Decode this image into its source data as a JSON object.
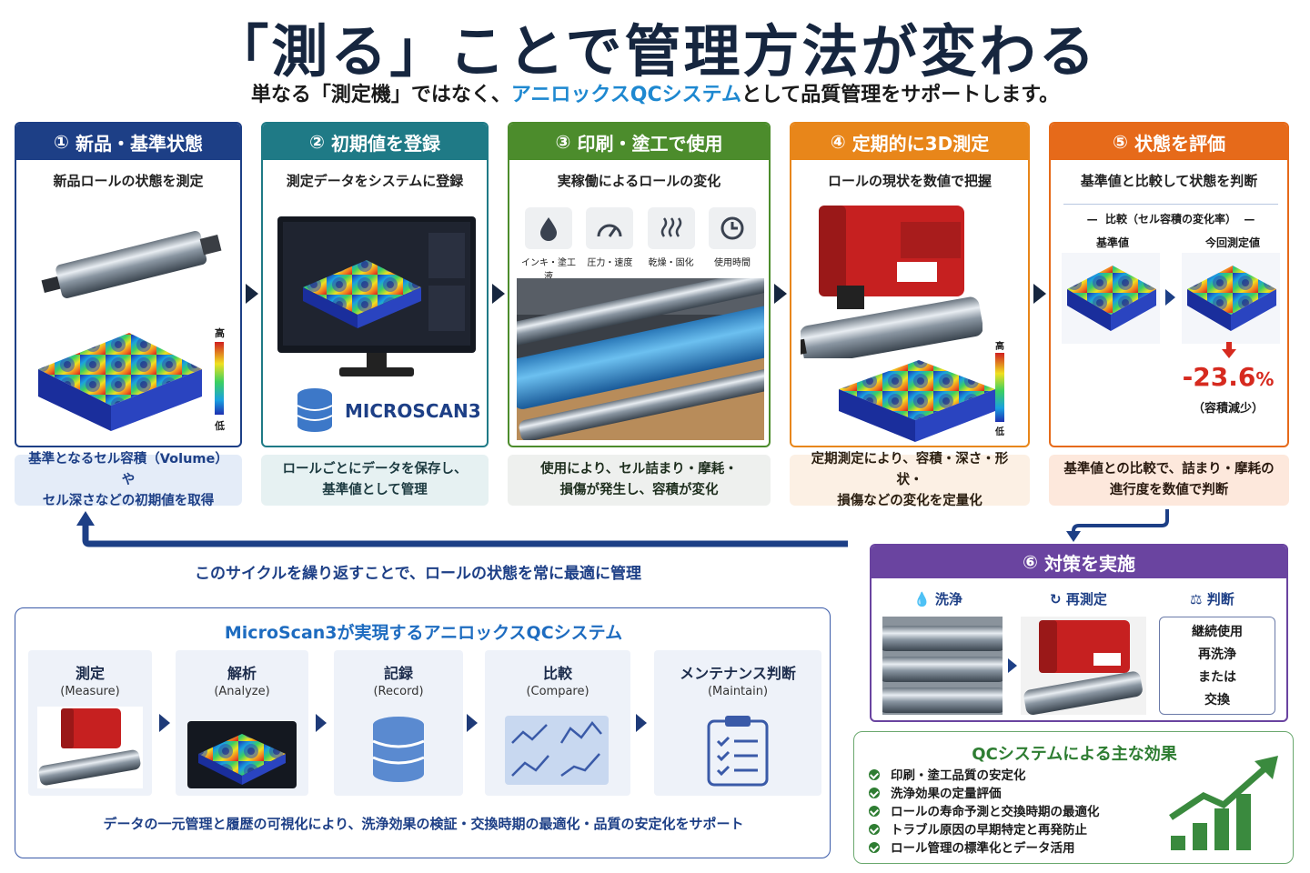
{
  "title": "「測る」ことで管理方法が変わる",
  "subtitle": {
    "pre": "単なる「測定機」ではなく、",
    "highlight": "アニロックスQCシステム",
    "post": "として品質管理をサポートします。"
  },
  "steps": [
    {
      "num": "①",
      "label": "新品・基準状態",
      "caption": "新品ロールの状態を測定",
      "note_line1": "基準となるセル容積（Volume）や",
      "note_line2": "セル深さなどの初期値を取得",
      "color": "#1d3f86",
      "scale_high": "高",
      "scale_low": "低"
    },
    {
      "num": "②",
      "label": "初期値を登録",
      "caption": "測定データをシステムに登録",
      "note_line1": "ロールごとにデータを保存し、",
      "note_line2": "基準値として管理",
      "color": "#1f7a86",
      "software": "MICROSCAN3"
    },
    {
      "num": "③",
      "label": "印刷・塗工で使用",
      "caption": "実稼働によるロールの変化",
      "note_line1": "使用により、セル詰まり・摩耗・",
      "note_line2": "損傷が発生し、容積が変化",
      "color": "#4c8c2c",
      "factors": [
        "インキ・塗工液",
        "圧力・速度",
        "乾燥・固化",
        "使用時間"
      ]
    },
    {
      "num": "④",
      "label": "定期的に3D測定",
      "caption": "ロールの現状を数値で把握",
      "note_line1": "定期測定により、容積・深さ・形状・",
      "note_line2": "損傷などの変化を定量化",
      "color": "#e8861a",
      "scale_high": "高",
      "scale_low": "低"
    },
    {
      "num": "⑤",
      "label": "状態を評価",
      "caption": "基準値と比較して状態を判断",
      "note_line1": "基準値との比較で、詰まり・摩耗の",
      "note_line2": "進行度を数値で判断",
      "color": "#e66a1a",
      "compare_title": "比較（セル容積の変化率）",
      "compare_left": "基準値",
      "compare_right": "今回測定値",
      "change_value": "-23.6",
      "change_unit": "%",
      "change_note": "（容積減少）"
    }
  ],
  "cycle_text": "このサイクルを繰り返すことで、ロールの状態を常に最適に管理",
  "action": {
    "num": "⑥",
    "label": "対策を実施",
    "color": "#6a44a0",
    "items": [
      "洗浄",
      "再測定",
      "判断"
    ],
    "judge_options": [
      "継続使用",
      "再洗浄",
      "または",
      "交換"
    ]
  },
  "system": {
    "title": "MicroScan3が実現するアニロックスQCシステム",
    "steps": [
      {
        "name": "測定",
        "en": "(Measure)"
      },
      {
        "name": "解析",
        "en": "(Analyze)"
      },
      {
        "name": "記録",
        "en": "(Record)"
      },
      {
        "name": "比較",
        "en": "(Compare)"
      },
      {
        "name": "メンテナンス判断",
        "en": "(Maintain)"
      }
    ],
    "footer": "データの一元管理と履歴の可視化により、洗浄効果の検証・交換時期の最適化・品質の安定化をサポート"
  },
  "effects": {
    "title": "QCシステムによる主な効果",
    "items": [
      "印刷・塗工品質の安定化",
      "洗浄効果の定量評価",
      "ロールの寿命予測と交換時期の最適化",
      "トラブル原因の早期特定と再発防止",
      "ロール管理の標準化とデータ活用"
    ]
  },
  "colors": {
    "navy": "#16263f",
    "accent_blue": "#1e88d0",
    "red": "#d62a1f",
    "green": "#2e7d32"
  }
}
